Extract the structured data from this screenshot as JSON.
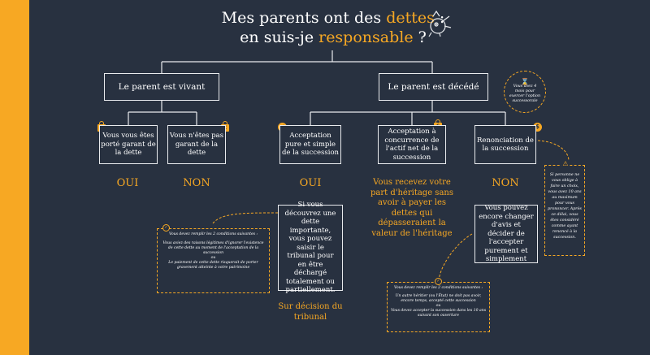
{
  "title": {
    "line1_prefix": "Mes parents ont des ",
    "line1_highlight": "dettes",
    "line1_suffix": " :",
    "line2_prefix": "en suis-je ",
    "line2_highlight": "responsable",
    "line2_suffix": " ?"
  },
  "colors": {
    "background": "#283140",
    "accent": "#f7a823",
    "box_border": "#e9ebee"
  },
  "icons": {
    "title_icon": "coin-bird-icon",
    "lock_icon": "euro-lock-icon",
    "check_icon": "check-badge-icon",
    "warning_icon": "warning-icon",
    "hourglass_icon": "hourglass-icon"
  },
  "level1": {
    "alive": "Le parent est vivant",
    "deceased": "Le parent est décédé"
  },
  "alive_branches": [
    {
      "label": "Vous vous êtes porté garant de la dette",
      "answer": "OUI"
    },
    {
      "label": "Vous n'êtes pas garant de la dette",
      "answer": "NON"
    }
  ],
  "deceased_branches": {
    "pure": {
      "label": "Acceptation pure et simple de la succession",
      "answer": "OUI",
      "detail": "Si vous découvrez une dette importante, vous pouvez saisir le tribunal pour en être déchargé totalement ou partiellement.",
      "footnote": "Sur décision du tribunal"
    },
    "net": {
      "label": "Acceptation à concurrence de l'actif net de la succession",
      "detail": "Vous recevez votre part d'héritage sans avoir à payer les dettes qui dépasseraient la valeur de l'héritage"
    },
    "renounce": {
      "label": "Renonciation de la succession",
      "answer": "NON",
      "detail": "Vous pouvez encore changer d'avis et décider de l'accepter purement et simplement"
    }
  },
  "timer_note": "Vous avez 4 mois pour exercer l'option successorale",
  "note_left": {
    "intro": "Vous devez remplir les 2 conditions suivantes :",
    "cond1": "Vous aviez des raisons légitimes d'ignorer l'existence de cette dette au moment de l'acceptation de la succession",
    "or": "ou",
    "cond2": "Le paiement de cette dette risquerait de porter gravement atteinte à votre patrimoine"
  },
  "note_bottom": {
    "intro": "Vous devez remplir les 2 conditions suivantes :",
    "cond1": "Un autre héritier (ou l'État) ne doit pas avoir, encore temps, accepté cette succession",
    "or": "ou",
    "cond2": "Vous devez accepter la succession dans les 10 ans suivant son ouverture"
  },
  "note_right": "Si personne ne vous oblige à faire un choix, vous avez 10 ans au maximum pour vous prononcer. Après ce délai, vous êtes considéré comme ayant renoncé à la succession."
}
